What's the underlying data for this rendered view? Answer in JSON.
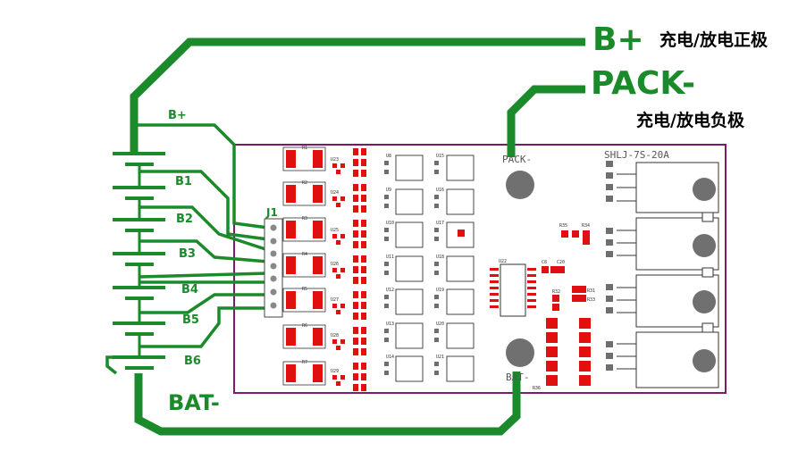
{
  "labels": {
    "b_plus": "B+",
    "b_plus_desc": "充电/放电正极",
    "pack_minus": "PACK-",
    "pack_minus_desc": "充电/放电负极",
    "bat_minus": "BAT-",
    "board_bplus": "B+",
    "cells": [
      "B1",
      "B2",
      "B3",
      "B4",
      "B5",
      "B6"
    ],
    "j1": "J1",
    "board_pack": "PACK-",
    "board_bat": "BAT-",
    "model": "SHLJ-7S-20A"
  },
  "parts": {
    "resistors_left": [
      "R1",
      "R2",
      "R3",
      "R4",
      "R5",
      "R6",
      "R7"
    ],
    "ics_a": [
      "U23",
      "U24",
      "U25",
      "U26",
      "U27",
      "U28",
      "U29"
    ],
    "ics_b": [
      "U8",
      "U9",
      "U10",
      "U11",
      "U12",
      "U13",
      "U14"
    ],
    "ics_c": [
      "U15",
      "U16",
      "U17",
      "U18",
      "U19",
      "U20",
      "U21"
    ],
    "main_ic": "U22",
    "misc": [
      "R35",
      "R34",
      "C8",
      "C20",
      "R31",
      "R33",
      "R32",
      "R36"
    ]
  },
  "colors": {
    "trace": "#1a8a2a",
    "board_outline": "#7a1a6a",
    "pad_red": "#e01010",
    "pad_gray": "#6e6e6e"
  }
}
